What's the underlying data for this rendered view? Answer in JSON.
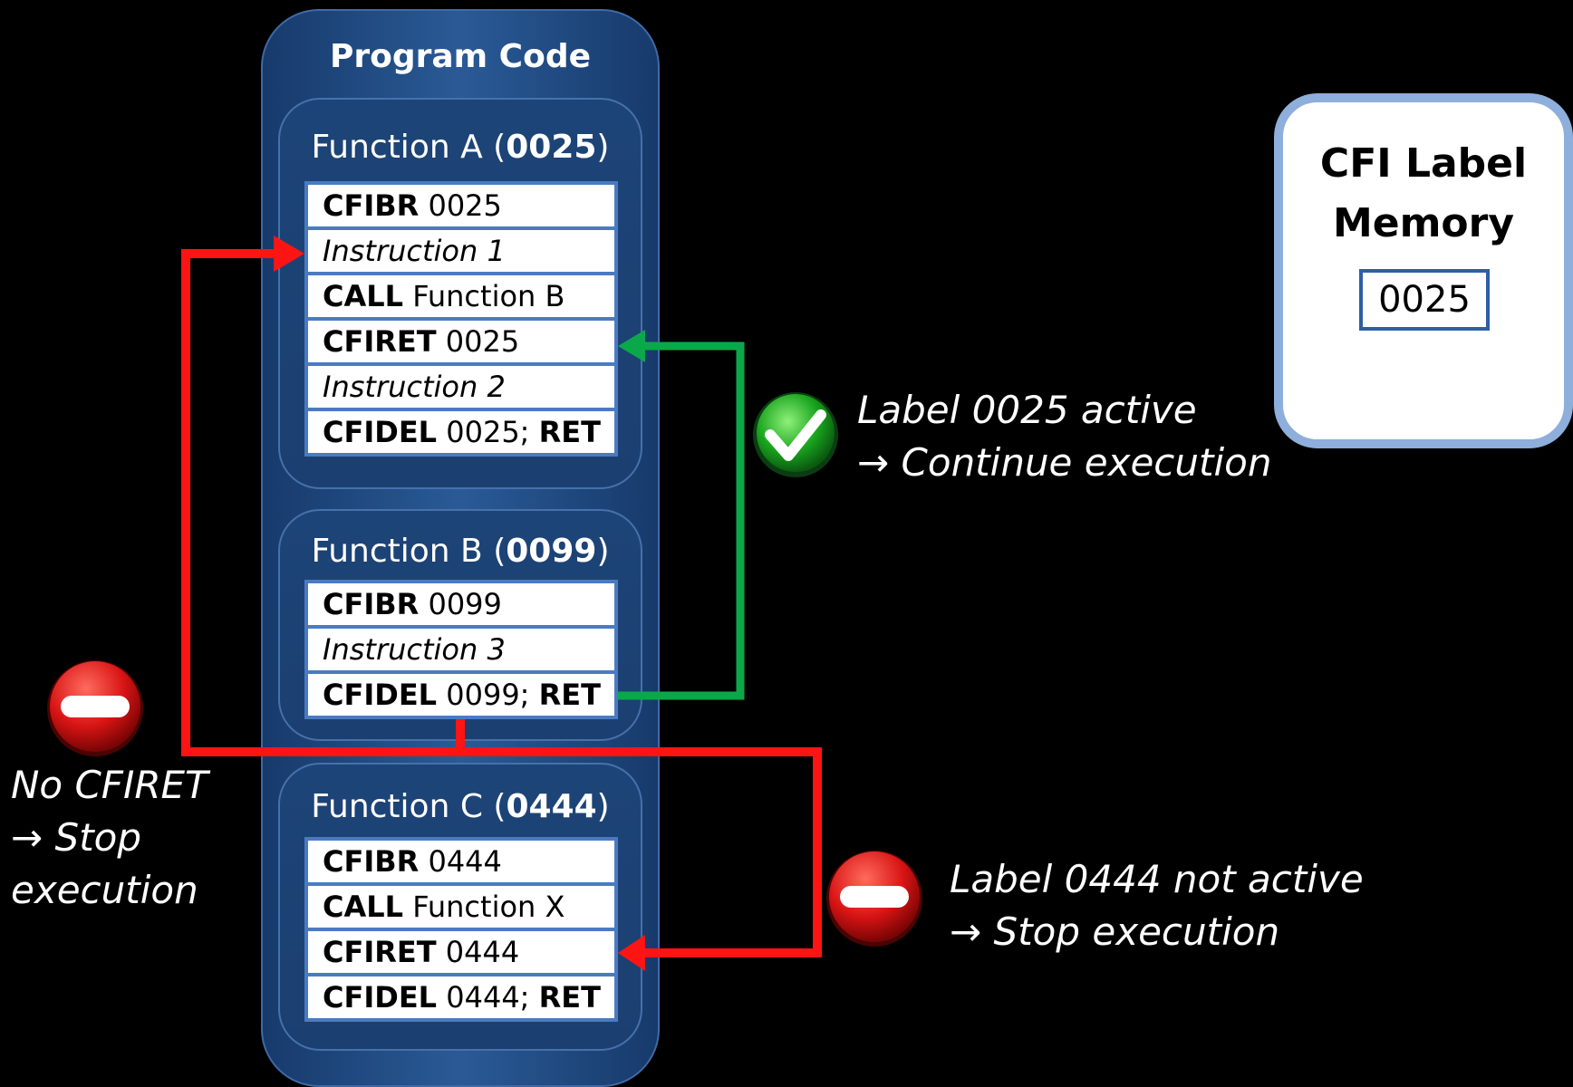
{
  "program_code": {
    "title": "Program Code"
  },
  "functions": [
    {
      "name": "Function A (",
      "label": "0025",
      "close": ")",
      "instructions": [
        {
          "op": "CFIBR",
          "arg": " 0025",
          "extra": ""
        },
        {
          "op": "",
          "arg": "Instruction 1",
          "extra": ""
        },
        {
          "op": "CALL",
          "arg": " Function B",
          "extra": ""
        },
        {
          "op": "CFIRET",
          "arg": " 0025",
          "extra": ""
        },
        {
          "op": "",
          "arg": "Instruction 2",
          "extra": ""
        },
        {
          "op": "CFIDEL",
          "arg": " 0025; ",
          "extra": "RET"
        }
      ]
    },
    {
      "name": "Function B (",
      "label": "0099",
      "close": ")",
      "instructions": [
        {
          "op": "CFIBR",
          "arg": " 0099",
          "extra": ""
        },
        {
          "op": "",
          "arg": "Instruction 3",
          "extra": ""
        },
        {
          "op": "CFIDEL",
          "arg": " 0099; ",
          "extra": "RET"
        }
      ]
    },
    {
      "name": "Function C (",
      "label": "0444",
      "close": ")",
      "instructions": [
        {
          "op": "CFIBR",
          "arg": " 0444",
          "extra": ""
        },
        {
          "op": "CALL",
          "arg": " Function X",
          "extra": ""
        },
        {
          "op": "CFIRET",
          "arg": " 0444",
          "extra": ""
        },
        {
          "op": "CFIDEL",
          "arg": " 0444; ",
          "extra": "RET"
        }
      ]
    }
  ],
  "cfi_memory": {
    "title_line1": "CFI Label",
    "title_line2": "Memory",
    "value": "0025"
  },
  "notes": {
    "active": "Label 0025 active\n→ Continue execution",
    "not_active": "Label 0444 not active\n→ Stop execution",
    "no_cfiret": "No CFIRET\n→ Stop\nexecution"
  },
  "colors": {
    "ok_arrow": "#0aa84a",
    "stop_arrow": "#ff1414",
    "panel": "#1d4478",
    "instr_border": "#4a7bc2",
    "memory_border": "#8eaedb"
  },
  "icons": {
    "check": "check-circle-icon",
    "stop": "no-entry-icon"
  }
}
